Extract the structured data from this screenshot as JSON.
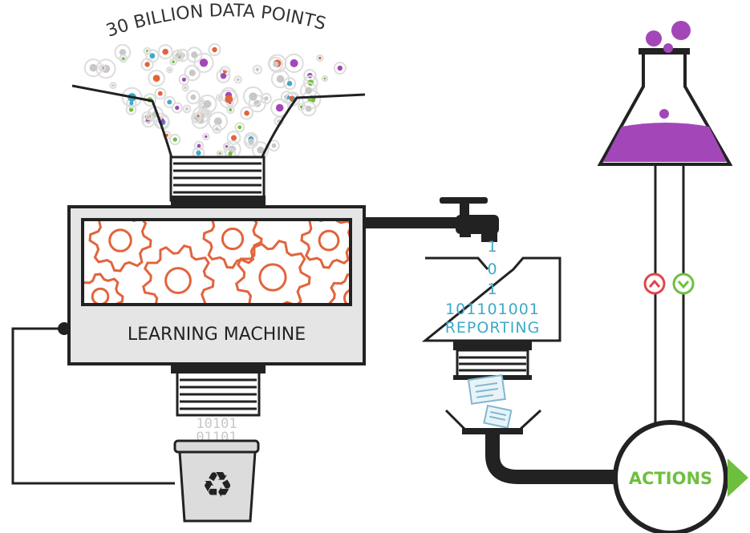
{
  "diagram": {
    "data_points_label": "30 BILLION DATA POINTS",
    "machine_label": "LEARNING MACHINE",
    "binary_stream": [
      "1",
      "0",
      "1",
      "101101001"
    ],
    "reporting_label": "REPORTING",
    "ghost_binary": [
      "10101",
      "01101"
    ],
    "actions_label": "ACTIONS",
    "recycle_glyph": "♻",
    "icons": {
      "funnel": "funnel-icon",
      "machine": "learning-machine-icon",
      "gears": "gears-icon",
      "faucet": "faucet-icon",
      "report_hopper": "reporting-hopper-icon",
      "document": "document-icon",
      "bowl": "bowl-icon",
      "recycle_bin": "recycle-bin-icon",
      "flask": "flask-icon",
      "up_arrow": "chevron-up-icon",
      "down_arrow": "chevron-down-icon",
      "actions_node": "actions-circle-icon",
      "arrow": "play-arrow-icon"
    },
    "colors": {
      "outline": "#222222",
      "gear": "#e2643c",
      "binary": "#3fa9c9",
      "flask_liquid": "#a347b8",
      "actions_green": "#6fbf3f",
      "up_red": "#e0454a",
      "down_green": "#6fbf3f",
      "machine_fill": "#e5e5e5"
    }
  }
}
